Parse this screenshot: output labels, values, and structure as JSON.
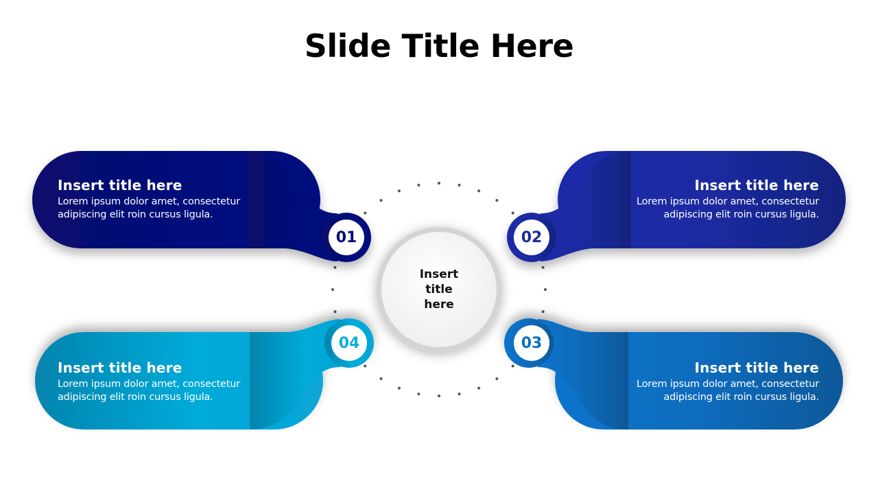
{
  "slide": {
    "title": "Slide Title Here",
    "center": {
      "label": "Insert\ntitle\nhere",
      "line1": "Insert",
      "line2": "title",
      "line3": "here"
    },
    "cards": [
      {
        "number": "01",
        "title": "Insert title here",
        "body_line1": "Lorem ipsum dolor amet, consectetur",
        "body_line2": "adipiscing elit roin cursus ligula.",
        "color_start": "#0b0b72",
        "color_end": "#000a7a",
        "position": "top-left"
      },
      {
        "number": "02",
        "title": "Insert title here",
        "body_line1": "Lorem ipsum dolor amet, consectetur",
        "body_line2": "adipiscing elit roin cursus ligula.",
        "color_start": "#1c2aa6",
        "color_end": "#14217f",
        "position": "top-right"
      },
      {
        "number": "03",
        "title": "Insert title here",
        "body_line1": "Lorem ipsum dolor amet, consectetur",
        "body_line2": "adipiscing elit roin cursus ligula.",
        "color_start": "#0a72c8",
        "color_end": "#0a5699",
        "position": "bottom-right"
      },
      {
        "number": "04",
        "title": "Insert title here",
        "body_line1": "Lorem ipsum dolor amet, consectetur",
        "body_line2": "adipiscing elit roin cursus ligula.",
        "color_start": "#0888b3",
        "color_end": "#00b2e2",
        "position": "bottom-left"
      }
    ],
    "number_colors": {
      "01": "#0a0a78",
      "02": "#1a2a9e",
      "03": "#0a6fc4",
      "04": "#0aaee0"
    },
    "dot_color": "#555555"
  }
}
